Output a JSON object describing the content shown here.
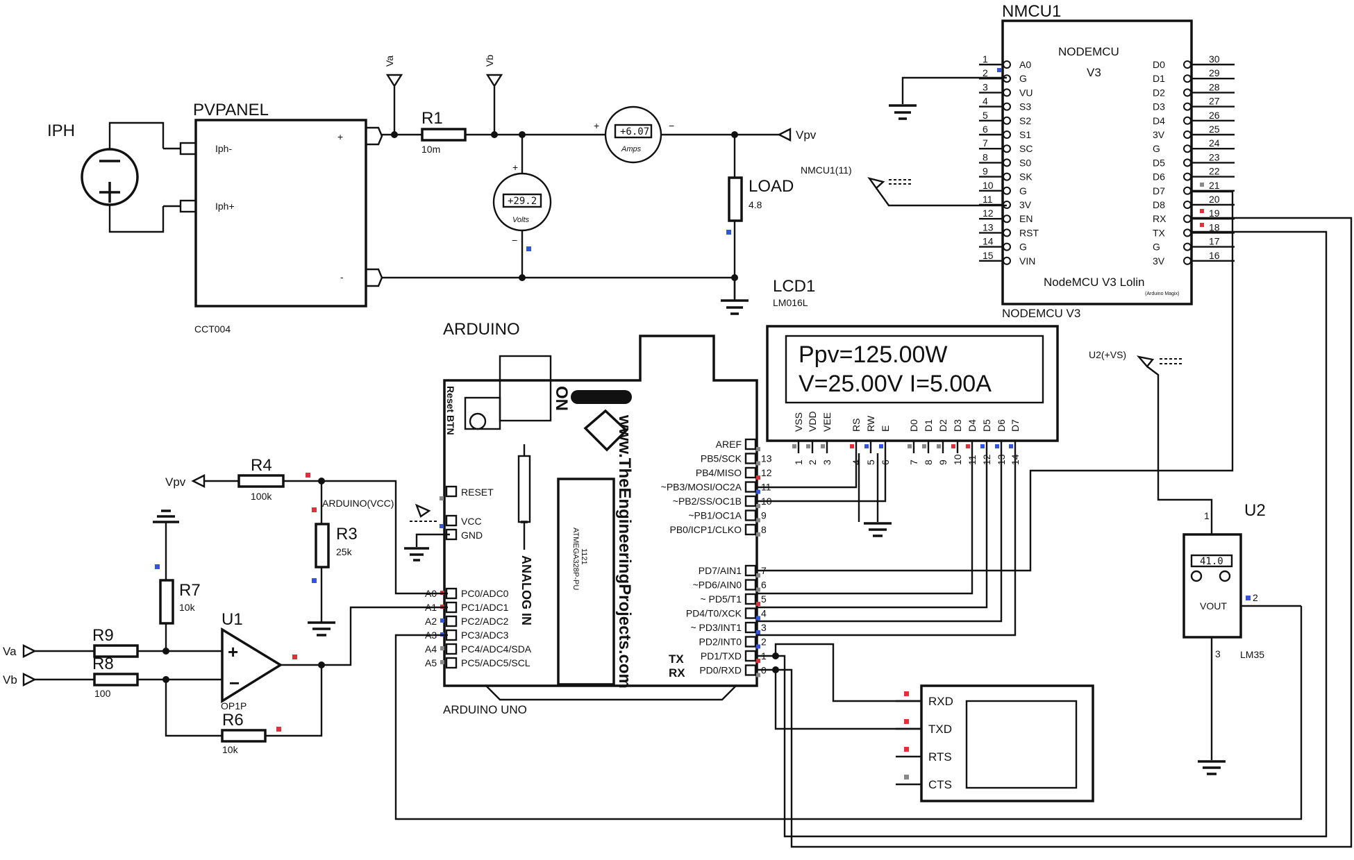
{
  "components": {
    "iph": {
      "label": "IPH"
    },
    "pvpanel": {
      "label": "PVPANEL",
      "part": "CCT004",
      "pin_iph_minus": "Iph-",
      "pin_iph_plus": "Iph+",
      "plus": "+",
      "minus": "-"
    },
    "r1": {
      "label": "R1",
      "value": "10m"
    },
    "ammeter": {
      "reading": "+6.07",
      "unit": "Amps",
      "plus": "+",
      "minus": "−"
    },
    "voltmeter": {
      "reading": "+29.2",
      "unit": "Volts",
      "plus": "+",
      "minus": "−"
    },
    "load": {
      "label": "LOAD",
      "value": "4.8"
    },
    "probes": {
      "va": "Va",
      "vb": "Vb",
      "vpv": "Vpv",
      "nmcu_11": "NMCU1(11)",
      "u2_vs": "U2(+VS)",
      "arduino_vcc": "ARDUINO(VCC)"
    },
    "lcd": {
      "ref": "LCD1",
      "part": "LM016L",
      "line1": "Ppv=125.00W",
      "line2": "V=25.00V I=5.00A",
      "pins": [
        "VSS",
        "VDD",
        "VEE",
        "RS",
        "RW",
        "E",
        "D0",
        "D1",
        "D2",
        "D3",
        "D4",
        "D5",
        "D6",
        "D7"
      ],
      "pin_numbers": [
        "1",
        "2",
        "3",
        "4",
        "5",
        "6",
        "7",
        "8",
        "9",
        "10",
        "11",
        "12",
        "13",
        "14"
      ]
    },
    "nodemcu": {
      "ref": "NMCU1",
      "title_line1": "NODEMCU",
      "title_line2": "V3",
      "subtitle": "NodeMCU V3 Lolin",
      "tiny": "(Arduino Magix)",
      "part": "NODEMCU V3",
      "left_numbers": [
        "1",
        "2",
        "3",
        "4",
        "5",
        "6",
        "7",
        "8",
        "9",
        "10",
        "11",
        "12",
        "13",
        "14",
        "15"
      ],
      "left_pins": [
        "A0",
        "G",
        "VU",
        "S3",
        "S2",
        "S1",
        "SC",
        "S0",
        "SK",
        "G",
        "3V",
        "EN",
        "RST",
        "G",
        "VIN"
      ],
      "right_numbers": [
        "30",
        "29",
        "28",
        "27",
        "26",
        "25",
        "24",
        "23",
        "22",
        "21",
        "20",
        "19",
        "18",
        "17",
        "16"
      ],
      "right_pins": [
        "D0",
        "D1",
        "D2",
        "D3",
        "D4",
        "3V",
        "G",
        "D5",
        "D6",
        "D7",
        "D8",
        "RX",
        "TX",
        "G",
        "3V"
      ]
    },
    "arduino": {
      "ref": "ARDUINO",
      "part": "ARDUINO UNO",
      "reset_btn": "Reset BTN",
      "on": "ON",
      "website": "www.TheEngineeringProjects.com",
      "chip": "ATMEGA328P-PU",
      "chip_code": "1121",
      "analog_in": "ANALOG IN",
      "power_pins": [
        "RESET",
        "VCC",
        "GND"
      ],
      "analog_side": [
        "A0",
        "A1",
        "A2",
        "A3",
        "A4",
        "A5"
      ],
      "analog_pins": [
        "PC0/ADC0",
        "PC1/ADC1",
        "PC2/ADC2",
        "PC3/ADC3",
        "PC4/ADC4/SDA",
        "PC5/ADC5/SCL"
      ],
      "top_pins": [
        "AREF",
        "PB5/SCK",
        "PB4/MISO",
        "~PB3/MOSI/OC2A",
        "~PB2/SS/OC1B",
        "~PB1/OC1A",
        "PB0/ICP1/CLKO"
      ],
      "top_numbers": [
        "",
        "13",
        "12",
        "11",
        "10",
        "9",
        "8"
      ],
      "bottom_pins": [
        "PD7/AIN1",
        "~PD6/AIN0",
        "~ PD5/T1",
        "PD4/T0/XCK",
        "~ PD3/INT1",
        "PD2/INT0",
        "PD1/TXD",
        "PD0/RXD"
      ],
      "bottom_numbers": [
        "7",
        "6",
        "5",
        "4",
        "3",
        "2",
        "1",
        "0"
      ],
      "tx": "TX",
      "rx": "RX"
    },
    "r4": {
      "label": "R4",
      "value": "100k"
    },
    "r3": {
      "label": "R3",
      "value": "25k"
    },
    "r7": {
      "label": "R7",
      "value": "10k"
    },
    "r9": {
      "label": "R9"
    },
    "r8": {
      "label": "R8",
      "value": "100"
    },
    "r6": {
      "label": "R6",
      "value": "10k"
    },
    "u1": {
      "label": "U1",
      "part": "OP1P",
      "plus": "+",
      "minus": "−"
    },
    "u2": {
      "ref": "U2",
      "part": "LM35",
      "reading": "41.0",
      "vout": "VOUT",
      "pin1": "1",
      "pin2": "2",
      "pin3": "3"
    },
    "terminal": {
      "pins": [
        "RXD",
        "TXD",
        "RTS",
        "CTS"
      ]
    },
    "inputs": {
      "va": "Va",
      "vb": "Vb",
      "vpv": "Vpv"
    }
  },
  "colors": {
    "ink": "#111111",
    "red_marker": "#e0303c",
    "blue_marker": "#3355dd",
    "gray_marker": "#888888"
  }
}
